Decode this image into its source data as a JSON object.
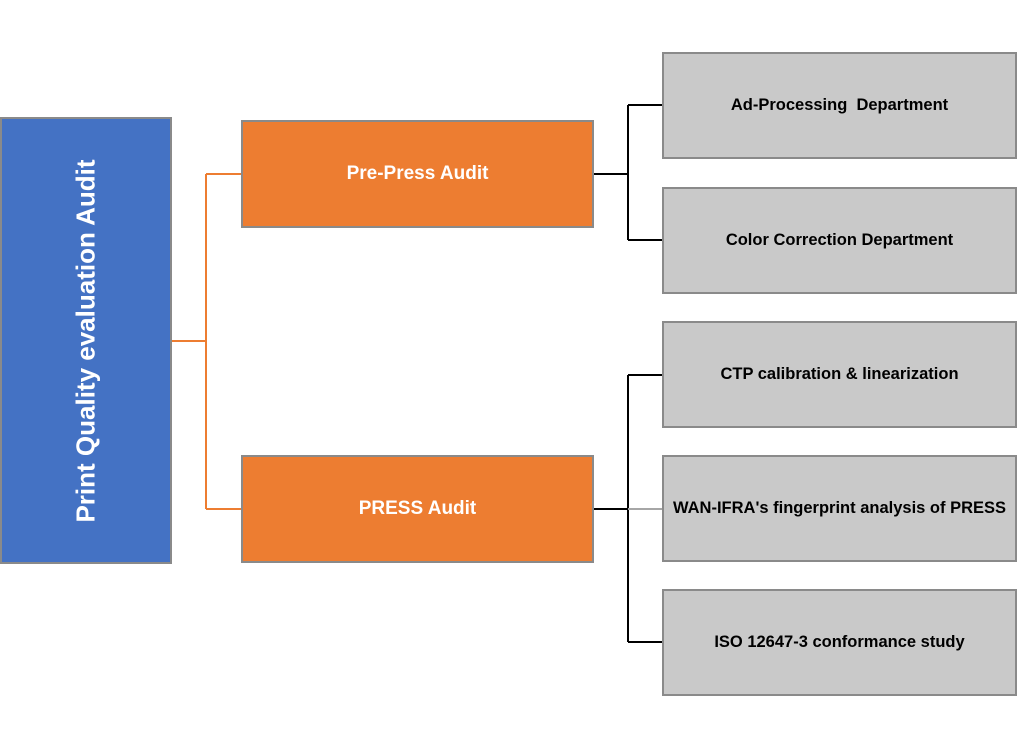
{
  "diagram": {
    "root": {
      "label": "Print Quality evaluation Audit"
    },
    "branches": [
      {
        "label": "Pre-Press Audit",
        "children": [
          "Ad-Processing  Department",
          "Color Correction Department"
        ]
      },
      {
        "label": "PRESS Audit",
        "children": [
          "CTP calibration & linearization",
          "WAN-IFRA's fingerprint analysis of PRESS",
          "ISO 12647-3 conformance study"
        ]
      }
    ],
    "colors": {
      "root_fill": "#4472c4",
      "branch_fill": "#ed7d31",
      "leaf_fill": "#c9c9c9",
      "border": "#8a8a8a",
      "root_connector": "#ed7d31",
      "leaf_connector": "#000000"
    }
  }
}
